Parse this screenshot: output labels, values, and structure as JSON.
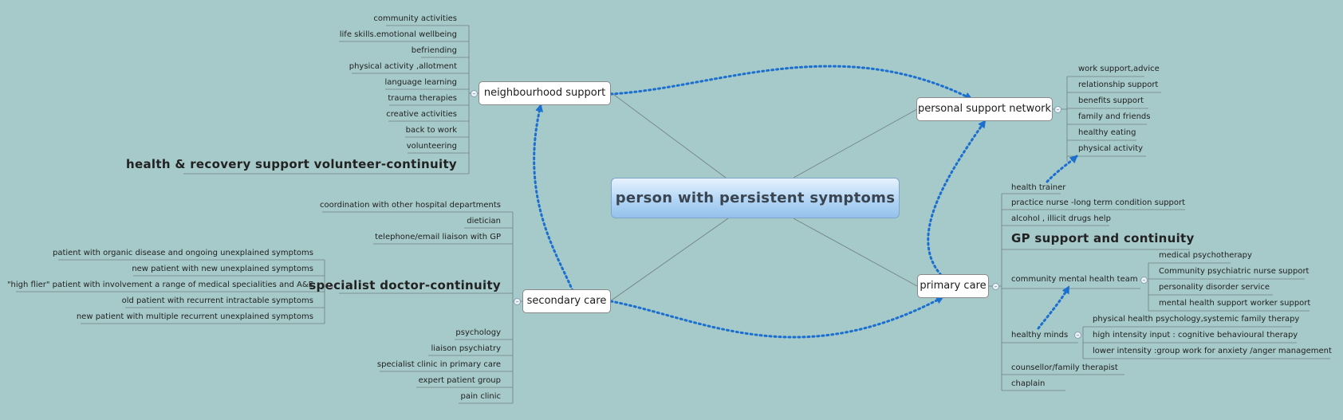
{
  "central": "person with persistent symptoms",
  "branches": {
    "neighbourhood": "neighbourhood support",
    "personal": "personal support network",
    "secondary": "secondary care",
    "primary": "primary care"
  },
  "neighbourhood_items": [
    "community activities",
    "life skills.emotional wellbeing",
    "befriending",
    "physical activity ,allotment",
    "language learning",
    "trauma therapies",
    "creative activities",
    "back to work",
    "volunteering",
    "health & recovery support volunteer-continuity"
  ],
  "personal_items": [
    "work support,advice",
    "relationship support",
    "benefits support",
    "family and friends",
    "healthy eating",
    "physical activity"
  ],
  "secondary_items": [
    "coordination with other hospital departments",
    "dietician",
    "telephone/email liaison with GP",
    "specialist doctor-continuity",
    "psychology",
    "liaison psychiatry",
    "specialist clinic in primary care",
    "expert patient group",
    "pain clinic"
  ],
  "specialist_items": [
    "patient with organic disease and ongoing unexplained symptoms",
    "new patient with new  unexplained symptoms",
    "\"high flier\" patient with involvement a range of medical specialities and A&E",
    "old patient with recurrent intractable symptoms",
    "new patient with multiple recurrent unexplained symptoms"
  ],
  "primary_items": [
    "health trainer",
    "practice nurse -long term condition support",
    "alcohol , illicit drugs help",
    "GP support and continuity",
    "community mental health team",
    "healthy minds",
    "counsellor/family therapist",
    "chaplain"
  ],
  "cmht_items": [
    "medical psychotherapy",
    "Community psychiatric nurse support",
    "personality disorder service",
    "mental health support worker support"
  ],
  "healthy_minds_items": [
    "physical health psychology,systemic family therapy",
    "high intensity input : cognitive behavioural therapy",
    "lower intensity :group work for anxiety /anger management"
  ],
  "colors": {
    "background": "#a6c9c9",
    "relationship": "#1a6fd0",
    "connector": "#6f7f7f"
  },
  "toggle_symbol": "–"
}
